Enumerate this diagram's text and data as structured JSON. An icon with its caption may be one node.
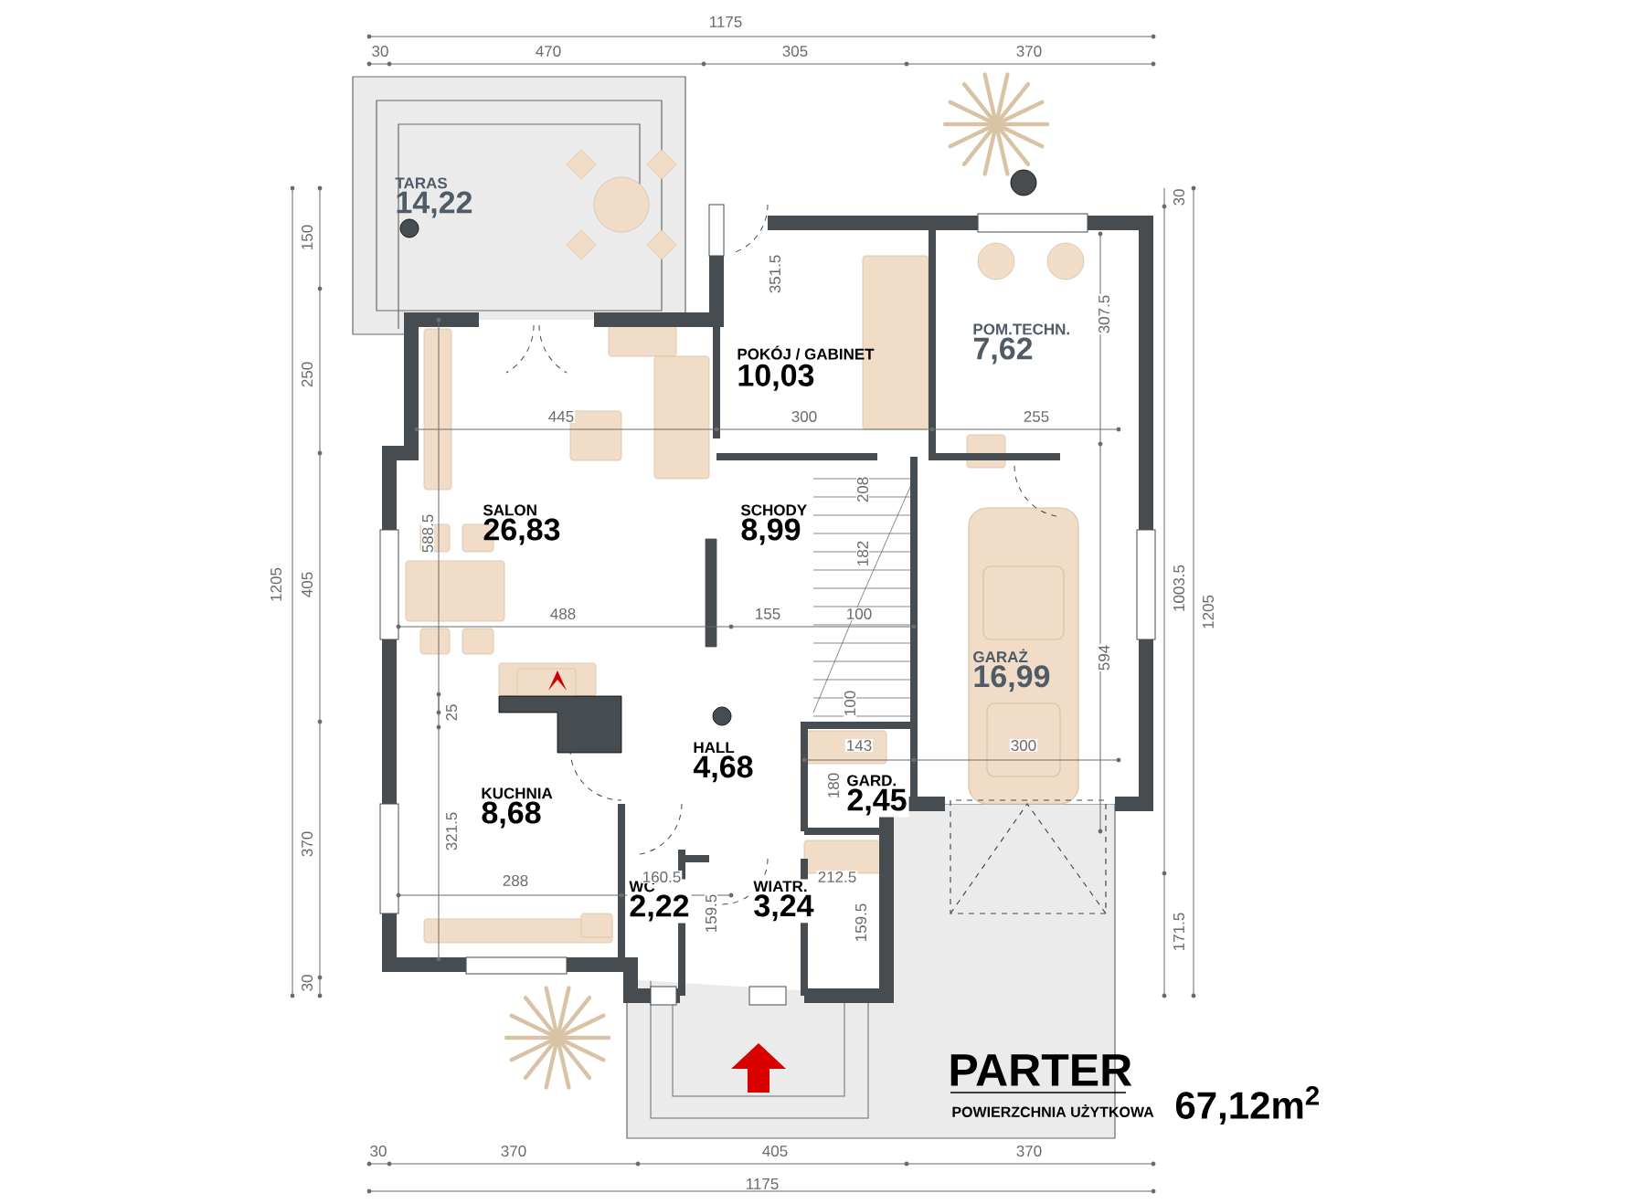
{
  "diagram": {
    "title": "PARTER",
    "nodes": [
      {
        "text": [
          "TARAS",
          "14,22"
        ]
      },
      {
        "text": [
          "POKÓJ / GABINET",
          "10,03"
        ]
      },
      {
        "text": [
          "POM.TECHN.",
          "7,62"
        ]
      },
      {
        "text": [
          "SALON",
          "26,83"
        ]
      },
      {
        "text": [
          "SCHODY",
          "8,99"
        ]
      },
      {
        "text": [
          "GARAŻ",
          "16,99"
        ]
      },
      {
        "text": [
          "HALL",
          "4,68"
        ]
      },
      {
        "text": [
          "KUCHNIA",
          "8,68"
        ]
      },
      {
        "text": [
          "GARD.",
          "2,45"
        ]
      },
      {
        "text": [
          "WC",
          "2,22"
        ]
      },
      {
        "text": [
          "WIATR.",
          "3,24"
        ]
      }
    ],
    "edges": [],
    "labels": [
      "1175",
      "30",
      "470",
      "305",
      "370",
      "30",
      "150",
      "351.5",
      "307.5",
      "250",
      "445",
      "300",
      "255",
      "208",
      "588.5",
      "182",
      "1205",
      "405",
      "1003.5",
      "1205",
      "488",
      "155",
      "100",
      "594",
      "100",
      "25",
      "143",
      "300",
      "180",
      "321.5",
      "370",
      "288",
      "160.5",
      "212.5",
      "159.5",
      "159.5",
      "171.5",
      "30",
      "POWIERZCHNIA UŻYTKOWA",
      "67,12m$^{2}$",
      "30",
      "370",
      "405",
      "370",
      "1175"
    ]
  }
}
